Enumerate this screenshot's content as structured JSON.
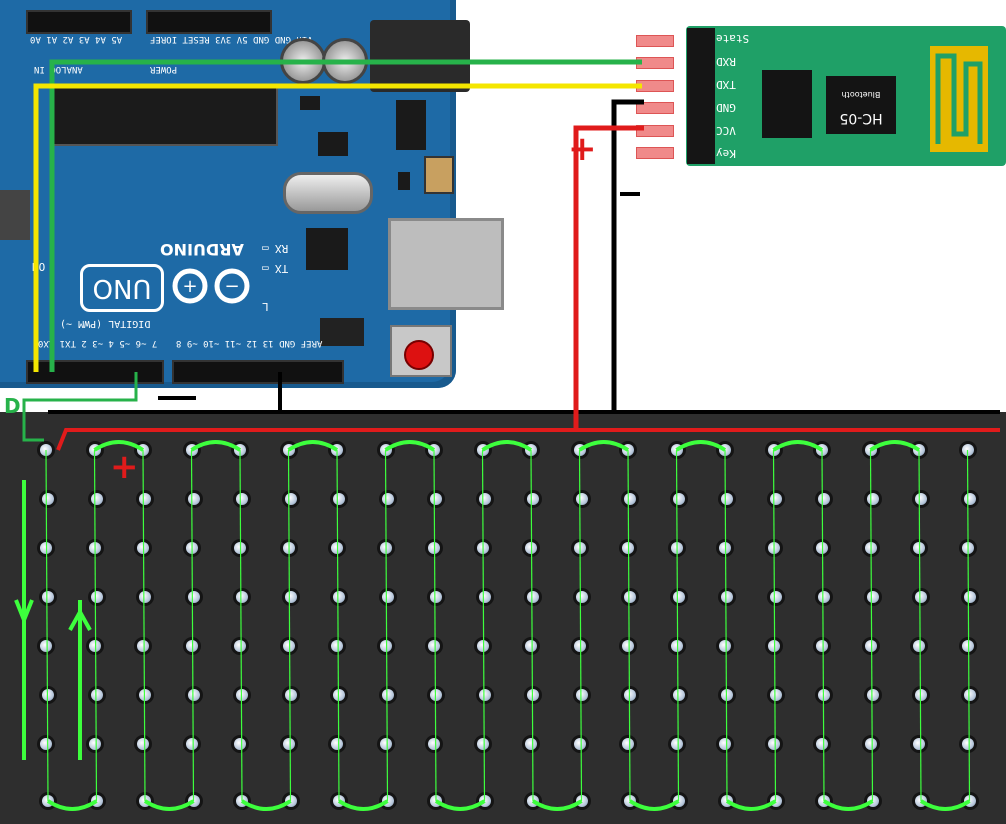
{
  "arduino": {
    "brand": "ARDUINO",
    "model": "UNO",
    "digital_label": "DIGITAL (PWM ~)",
    "power_label": "POWER",
    "analog_label": "ANALOG IN",
    "power_pins": [
      "IOREF",
      "RESET",
      "3V3",
      "5V",
      "GND",
      "GND",
      "Vin"
    ],
    "analog_pins": [
      "A0",
      "A1",
      "A2",
      "A3",
      "A4",
      "A5"
    ],
    "rx_label": "RX",
    "tx_label": "TX",
    "l_label": "L",
    "on_label": "ON",
    "top_digital_pins": [
      "AREF",
      "GND",
      "13",
      "12",
      "~11",
      "~10",
      "~9",
      "8"
    ],
    "bottom_digital_pins": [
      "7",
      "~6",
      "~5",
      "4",
      "~3",
      "2",
      "TX1",
      "RX0"
    ]
  },
  "hc05": {
    "name": "HC-05",
    "subtitle": "Bluetooth",
    "pins": [
      "State",
      "RXD",
      "TXD",
      "GND",
      "VCC",
      "Key"
    ]
  },
  "annotations": {
    "plus_sign": "+",
    "data_marker": "D"
  },
  "colors": {
    "board_blue": "#1e6aa6",
    "hc05_green": "#1fa067",
    "wire_green": "#27b24a",
    "wire_yellow": "#f4e600",
    "wire_red": "#e01b1b",
    "wire_black": "#000000",
    "led_wire": "#3dff3d"
  },
  "led_matrix": {
    "columns": 20,
    "rows": 8
  }
}
